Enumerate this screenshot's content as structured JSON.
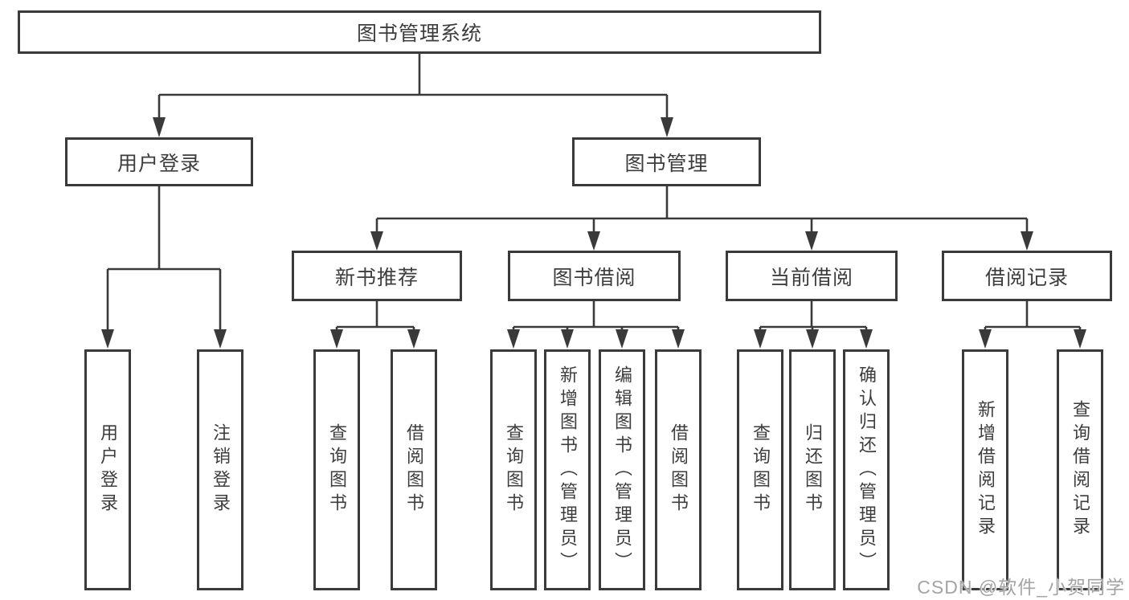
{
  "diagram": {
    "title_node": "图书管理系统",
    "level2": [
      "用户登录",
      "图书管理"
    ],
    "level3": [
      "新书推荐",
      "图书借阅",
      "当前借阅",
      "借阅记录"
    ],
    "leaves": [
      "用户登录",
      "注销登录",
      "查询图书",
      "借阅图书",
      "查询图书",
      "新增图书（管理员）",
      "编辑图书（管理员）",
      "借阅图书",
      "查询图书",
      "归还图书",
      "确认归还（管理员）",
      "新增借阅记录",
      "查询借阅记录"
    ]
  },
  "watermark": "CSDN @软件_小贺同学",
  "colors": {
    "line": "#3a3a3a",
    "text": "#3d3d3d",
    "watermark": "#a4a4a4",
    "background": "#ffffff"
  }
}
